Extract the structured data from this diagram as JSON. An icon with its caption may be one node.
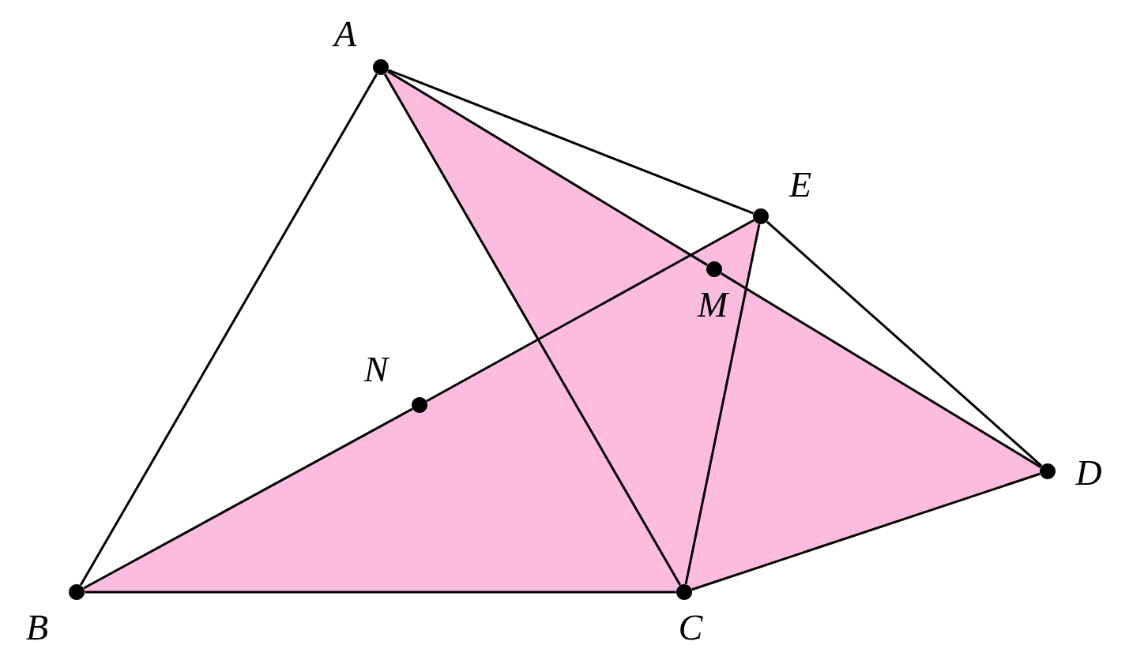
{
  "diagram": {
    "nodes": [
      {
        "text": [
          "A"
        ]
      },
      {
        "text": [
          "B"
        ]
      },
      {
        "text": [
          "C"
        ]
      },
      {
        "text": [
          "D"
        ]
      },
      {
        "text": [
          "E"
        ]
      },
      {
        "text": [
          "M"
        ]
      },
      {
        "text": [
          "N"
        ]
      }
    ],
    "edges": [
      {
        "from": 0,
        "to": 1,
        "arrow": "none"
      },
      {
        "from": 0,
        "to": 2,
        "arrow": "none"
      },
      {
        "from": 0,
        "to": 5,
        "arrow": "none"
      },
      {
        "from": 5,
        "to": 3,
        "arrow": "none"
      },
      {
        "from": 0,
        "to": 4,
        "arrow": "none"
      },
      {
        "from": 4,
        "to": 3,
        "arrow": "none"
      },
      {
        "from": 4,
        "to": 2,
        "arrow": "none"
      },
      {
        "from": 1,
        "to": 6,
        "arrow": "none"
      },
      {
        "from": 6,
        "to": 4,
        "arrow": "none"
      },
      {
        "from": 1,
        "to": 2,
        "arrow": "none"
      },
      {
        "from": 2,
        "to": 3,
        "arrow": "none"
      }
    ]
  }
}
